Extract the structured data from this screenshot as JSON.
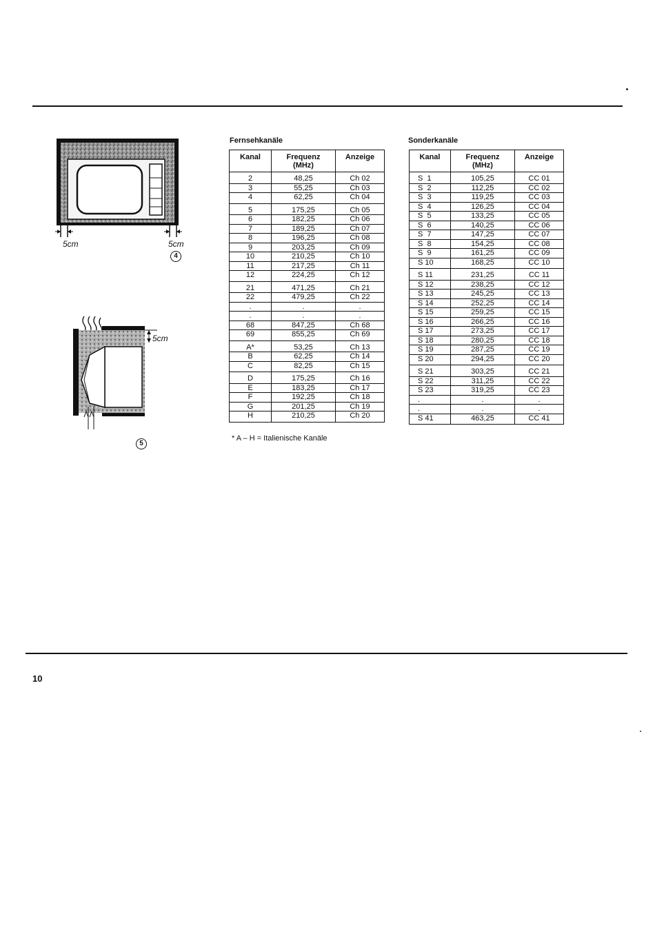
{
  "figures": {
    "fig4": {
      "number": "4",
      "left_gap": "5cm",
      "right_gap": "5cm"
    },
    "fig5": {
      "number": "5",
      "top_gap": "5cm"
    }
  },
  "tv_table": {
    "title": "Fernsehkanäle",
    "headers": {
      "kanal": "Kanal",
      "frequenz": "Frequenz\n(MHz)",
      "anzeige": "Anzeige"
    },
    "groups": [
      [
        [
          "2",
          "48,25",
          "Ch 02"
        ],
        [
          "3",
          "55,25",
          "Ch 03"
        ],
        [
          "4",
          "62,25",
          "Ch 04"
        ]
      ],
      [
        [
          "5",
          "175,25",
          "Ch 05"
        ],
        [
          "6",
          "182,25",
          "Ch 06"
        ],
        [
          "7",
          "189,25",
          "Ch 07"
        ],
        [
          "8",
          "196,25",
          "Ch 08"
        ],
        [
          "9",
          "203,25",
          "Ch 09"
        ],
        [
          "10",
          "210,25",
          "Ch 10"
        ],
        [
          "11",
          "217,25",
          "Ch 11"
        ],
        [
          "12",
          "224,25",
          "Ch 12"
        ]
      ],
      [
        [
          "21",
          "471,25",
          "Ch 21"
        ],
        [
          "22",
          "479,25",
          "Ch 22"
        ],
        [
          ".",
          ".",
          "."
        ],
        [
          ".",
          ".",
          "."
        ],
        [
          "68",
          "847,25",
          "Ch 68"
        ],
        [
          "69",
          "855,25",
          "Ch 69"
        ]
      ],
      [
        [
          "A*",
          "53,25",
          "Ch 13"
        ],
        [
          "B",
          "62,25",
          "Ch 14"
        ],
        [
          "C",
          "82,25",
          "Ch 15"
        ]
      ],
      [
        [
          "D",
          "175,25",
          "Ch 16"
        ],
        [
          "E",
          "183,25",
          "Ch 17"
        ],
        [
          "F",
          "192,25",
          "Ch 18"
        ],
        [
          "G",
          "201,25",
          "Ch 19"
        ],
        [
          "H",
          "210,25",
          "Ch 20"
        ]
      ]
    ],
    "footnote": "* A – H = Italienische Kanäle"
  },
  "special_table": {
    "title": "Sonderkanäle",
    "headers": {
      "kanal": "Kanal",
      "frequenz": "Frequenz\n(MHz)",
      "anzeige": "Anzeige"
    },
    "groups": [
      [
        [
          "S  1",
          "105,25",
          "CC 01"
        ],
        [
          "S  2",
          "112,25",
          "CC 02"
        ],
        [
          "S  3",
          "119,25",
          "CC 03"
        ],
        [
          "S  4",
          "126,25",
          "CC 04"
        ],
        [
          "S  5",
          "133,25",
          "CC 05"
        ],
        [
          "S  6",
          "140,25",
          "CC 06"
        ],
        [
          "S  7",
          "147,25",
          "CC 07"
        ],
        [
          "S  8",
          "154,25",
          "CC 08"
        ],
        [
          "S  9",
          "161,25",
          "CC 09"
        ],
        [
          "S 10",
          "168,25",
          "CC 10"
        ]
      ],
      [
        [
          "S 11",
          "231,25",
          "CC 11"
        ],
        [
          "S 12",
          "238,25",
          "CC 12"
        ],
        [
          "S 13",
          "245,25",
          "CC 13"
        ],
        [
          "S 14",
          "252,25",
          "CC 14"
        ],
        [
          "S 15",
          "259,25",
          "CC 15"
        ],
        [
          "S 16",
          "266,25",
          "CC 16"
        ],
        [
          "S 17",
          "273,25",
          "CC 17"
        ],
        [
          "S 18",
          "280,25",
          "CC 18"
        ],
        [
          "S 19",
          "287,25",
          "CC 19"
        ],
        [
          "S 20",
          "294,25",
          "CC 20"
        ]
      ],
      [
        [
          "S 21",
          "303,25",
          "CC 21"
        ],
        [
          "S 22",
          "311,25",
          "CC 22"
        ],
        [
          "S 23",
          "319,25",
          "CC 23"
        ],
        [
          ".",
          ".",
          "."
        ],
        [
          ".",
          ".",
          "."
        ],
        [
          "S 41",
          "463,25",
          "CC 41"
        ]
      ]
    ]
  },
  "page_number": "10"
}
